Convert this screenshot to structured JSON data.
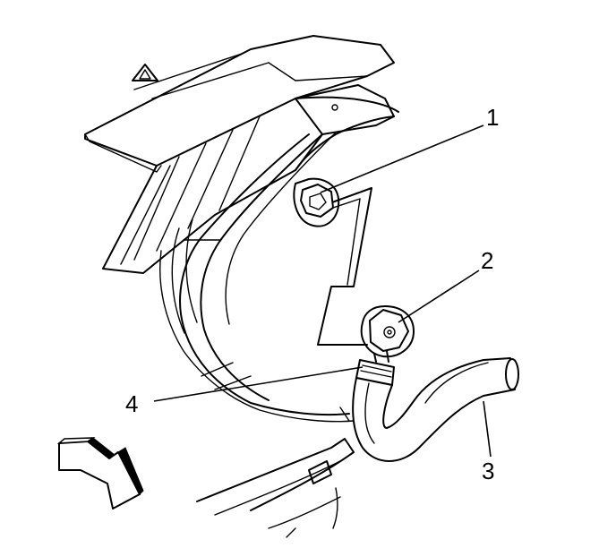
{
  "callouts": [
    {
      "id": "1",
      "label": "1"
    },
    {
      "id": "2",
      "label": "2"
    },
    {
      "id": "3",
      "label": "3"
    },
    {
      "id": "4",
      "label": "4"
    }
  ],
  "icons": {
    "direction_arrow": "front-direction-arrow-icon",
    "bolt": "bolt-icon",
    "nut": "nut-icon",
    "hose": "hose-icon",
    "hose_clamp": "hose-clamp-icon"
  }
}
